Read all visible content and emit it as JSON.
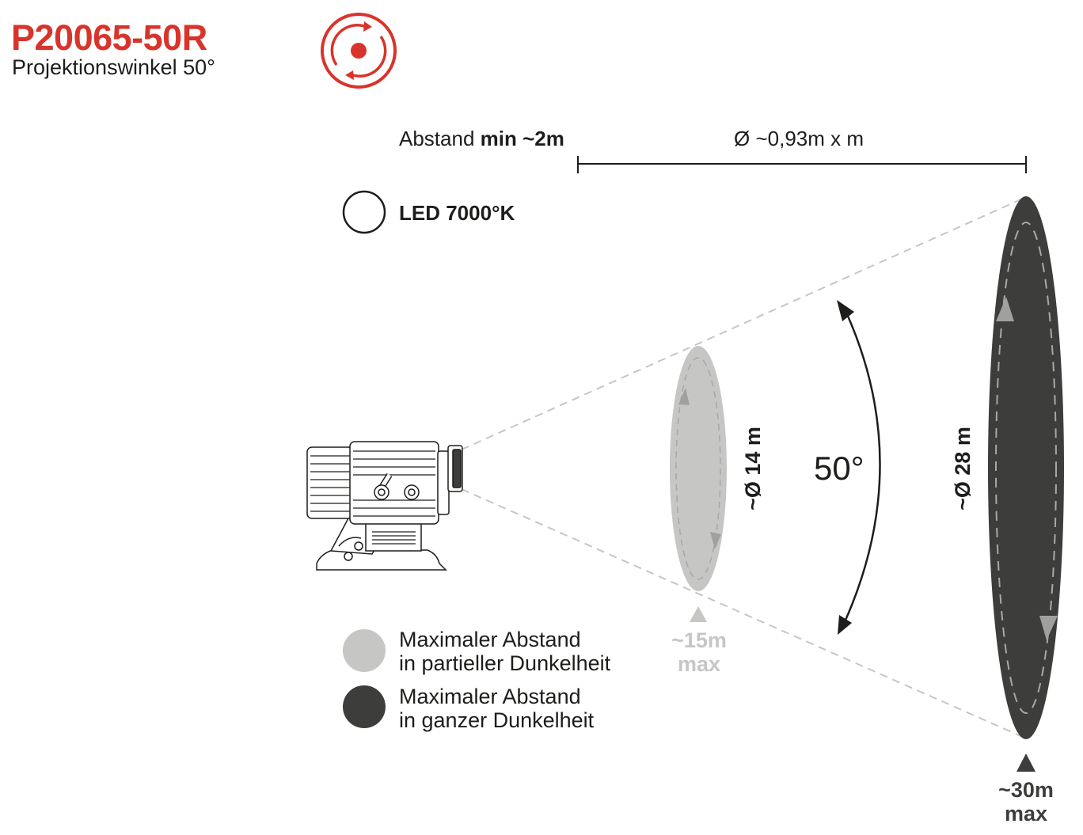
{
  "header": {
    "title": "P20065-50R",
    "subtitle": "Projektionswinkel 50°"
  },
  "distance": {
    "prefix": "Abstand ",
    "value": "min ~2m"
  },
  "diameter_label": "Ø ~0,93m x m",
  "led_label": "LED 7000°K",
  "angle_label": "50°",
  "near_projection": {
    "diameter": "~Ø 14 m",
    "distance": "~15m",
    "max": "max"
  },
  "far_projection": {
    "diameter": "~Ø 28 m",
    "distance": "~30m",
    "max": "max"
  },
  "legend": {
    "partial": [
      "Maximaler Abstand",
      "in partieller Dunkelheit"
    ],
    "full": [
      "Maximaler Abstand",
      "in ganzer Dunkelheit"
    ]
  },
  "colors": {
    "brand_red": "#d8342b",
    "partial_gray": "#c6c6c5",
    "full_dark": "#3d3d3c",
    "text": "#1d1d1b"
  },
  "icons": [
    "rotation-icon",
    "led-circle-icon",
    "projector-icon"
  ]
}
